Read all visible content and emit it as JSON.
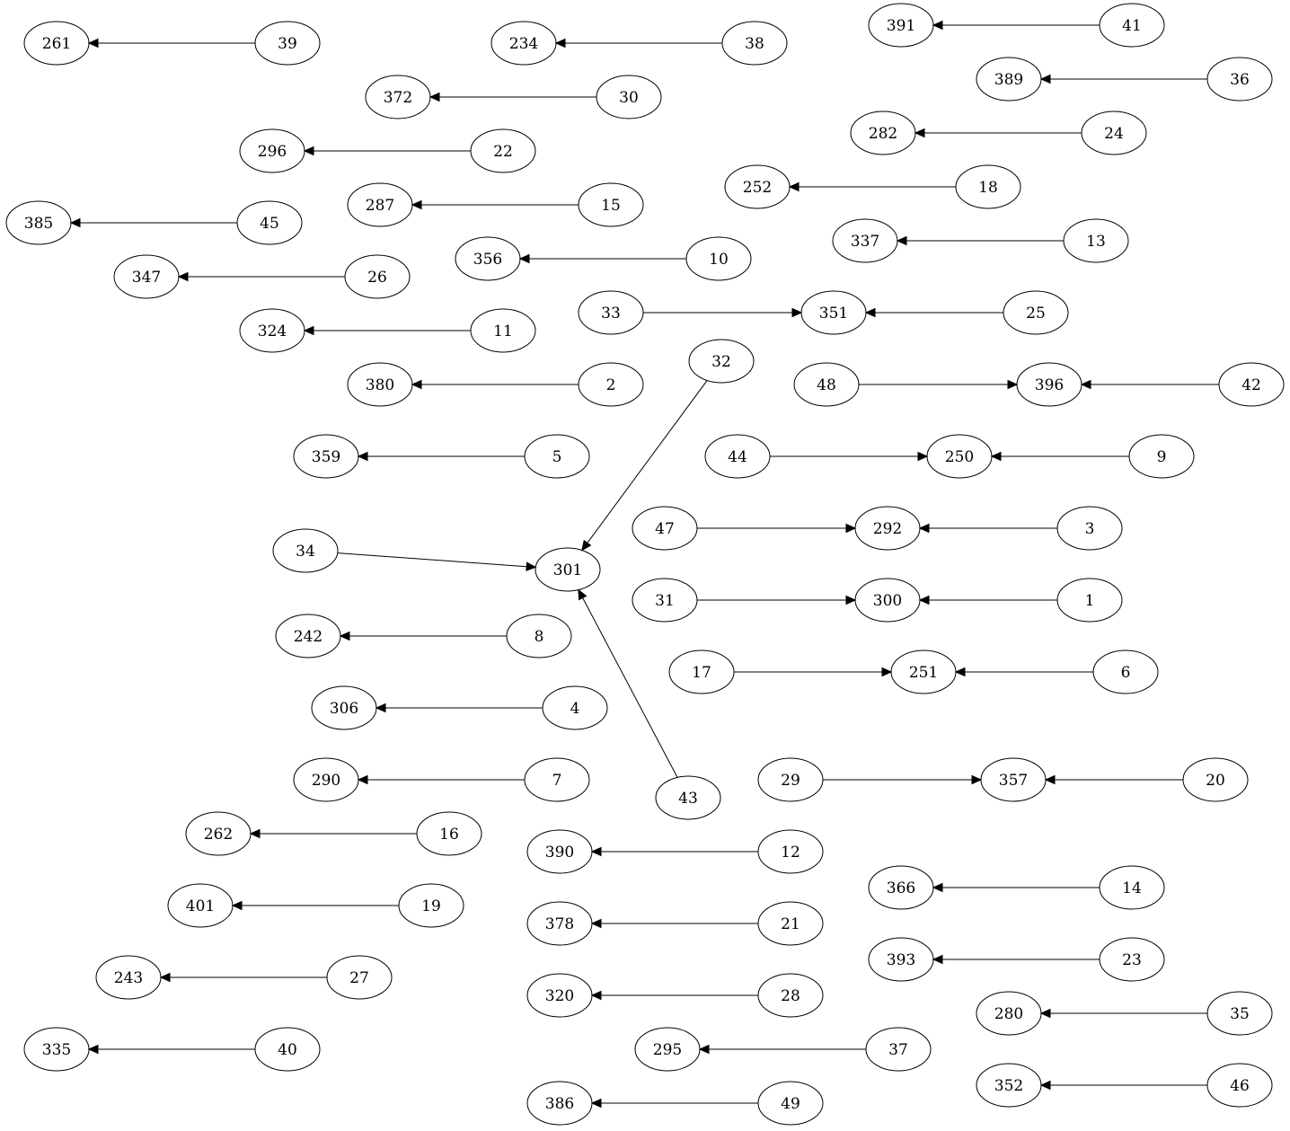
{
  "diagram": {
    "type": "directed-graph",
    "nodes": [
      "261",
      "39",
      "234",
      "38",
      "391",
      "41",
      "389",
      "36",
      "372",
      "30",
      "282",
      "24",
      "296",
      "22",
      "252",
      "18",
      "287",
      "15",
      "385",
      "45",
      "337",
      "13",
      "356",
      "10",
      "347",
      "26",
      "33",
      "351",
      "25",
      "324",
      "11",
      "32",
      "380",
      "2",
      "48",
      "396",
      "42",
      "359",
      "5",
      "44",
      "250",
      "9",
      "47",
      "292",
      "3",
      "34",
      "301",
      "43",
      "31",
      "300",
      "1",
      "242",
      "8",
      "17",
      "251",
      "6",
      "306",
      "4",
      "290",
      "7",
      "29",
      "357",
      "20",
      "262",
      "16",
      "390",
      "12",
      "366",
      "14",
      "401",
      "19",
      "378",
      "21",
      "393",
      "23",
      "243",
      "27",
      "320",
      "28",
      "280",
      "35",
      "335",
      "40",
      "295",
      "37",
      "352",
      "46",
      "386",
      "49"
    ],
    "edges": [
      [
        "39",
        "261"
      ],
      [
        "38",
        "234"
      ],
      [
        "41",
        "391"
      ],
      [
        "36",
        "389"
      ],
      [
        "30",
        "372"
      ],
      [
        "24",
        "282"
      ],
      [
        "22",
        "296"
      ],
      [
        "18",
        "252"
      ],
      [
        "15",
        "287"
      ],
      [
        "45",
        "385"
      ],
      [
        "13",
        "337"
      ],
      [
        "10",
        "356"
      ],
      [
        "26",
        "347"
      ],
      [
        "33",
        "351"
      ],
      [
        "25",
        "351"
      ],
      [
        "11",
        "324"
      ],
      [
        "2",
        "380"
      ],
      [
        "48",
        "396"
      ],
      [
        "42",
        "396"
      ],
      [
        "5",
        "359"
      ],
      [
        "44",
        "250"
      ],
      [
        "9",
        "250"
      ],
      [
        "47",
        "292"
      ],
      [
        "3",
        "292"
      ],
      [
        "34",
        "301"
      ],
      [
        "32",
        "301"
      ],
      [
        "43",
        "301"
      ],
      [
        "31",
        "300"
      ],
      [
        "1",
        "300"
      ],
      [
        "8",
        "242"
      ],
      [
        "17",
        "251"
      ],
      [
        "6",
        "251"
      ],
      [
        "4",
        "306"
      ],
      [
        "7",
        "290"
      ],
      [
        "29",
        "357"
      ],
      [
        "20",
        "357"
      ],
      [
        "16",
        "262"
      ],
      [
        "12",
        "390"
      ],
      [
        "14",
        "366"
      ],
      [
        "19",
        "401"
      ],
      [
        "21",
        "378"
      ],
      [
        "23",
        "393"
      ],
      [
        "27",
        "243"
      ],
      [
        "28",
        "320"
      ],
      [
        "35",
        "280"
      ],
      [
        "40",
        "335"
      ],
      [
        "37",
        "295"
      ],
      [
        "46",
        "352"
      ],
      [
        "49",
        "386"
      ]
    ]
  }
}
